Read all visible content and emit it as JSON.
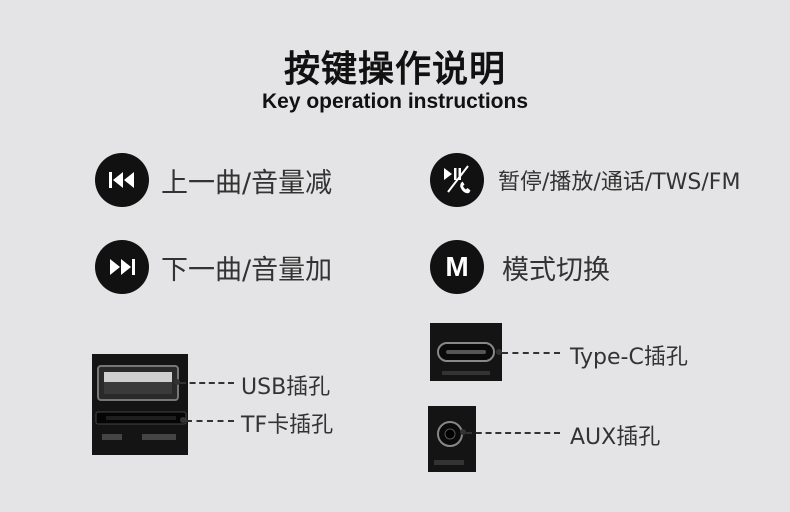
{
  "header": {
    "title": "按键操作说明",
    "subtitle": "Key operation instructions"
  },
  "keys": {
    "prev": {
      "icon": "previous-track-icon",
      "label": "上一曲/音量减"
    },
    "next": {
      "icon": "next-track-icon",
      "label": "下一曲/音量加"
    },
    "play": {
      "icon": "play-pause-phone-icon",
      "label": "暂停/播放/通话/TWS/FM"
    },
    "mode": {
      "icon": "mode-m-icon",
      "glyph": "M",
      "label": "模式切换"
    }
  },
  "ports": {
    "usb": {
      "label": "USB插孔"
    },
    "tf": {
      "label": "TF卡插孔"
    },
    "typec": {
      "label": "Type-C插孔"
    },
    "aux": {
      "label": "AUX插孔"
    }
  }
}
